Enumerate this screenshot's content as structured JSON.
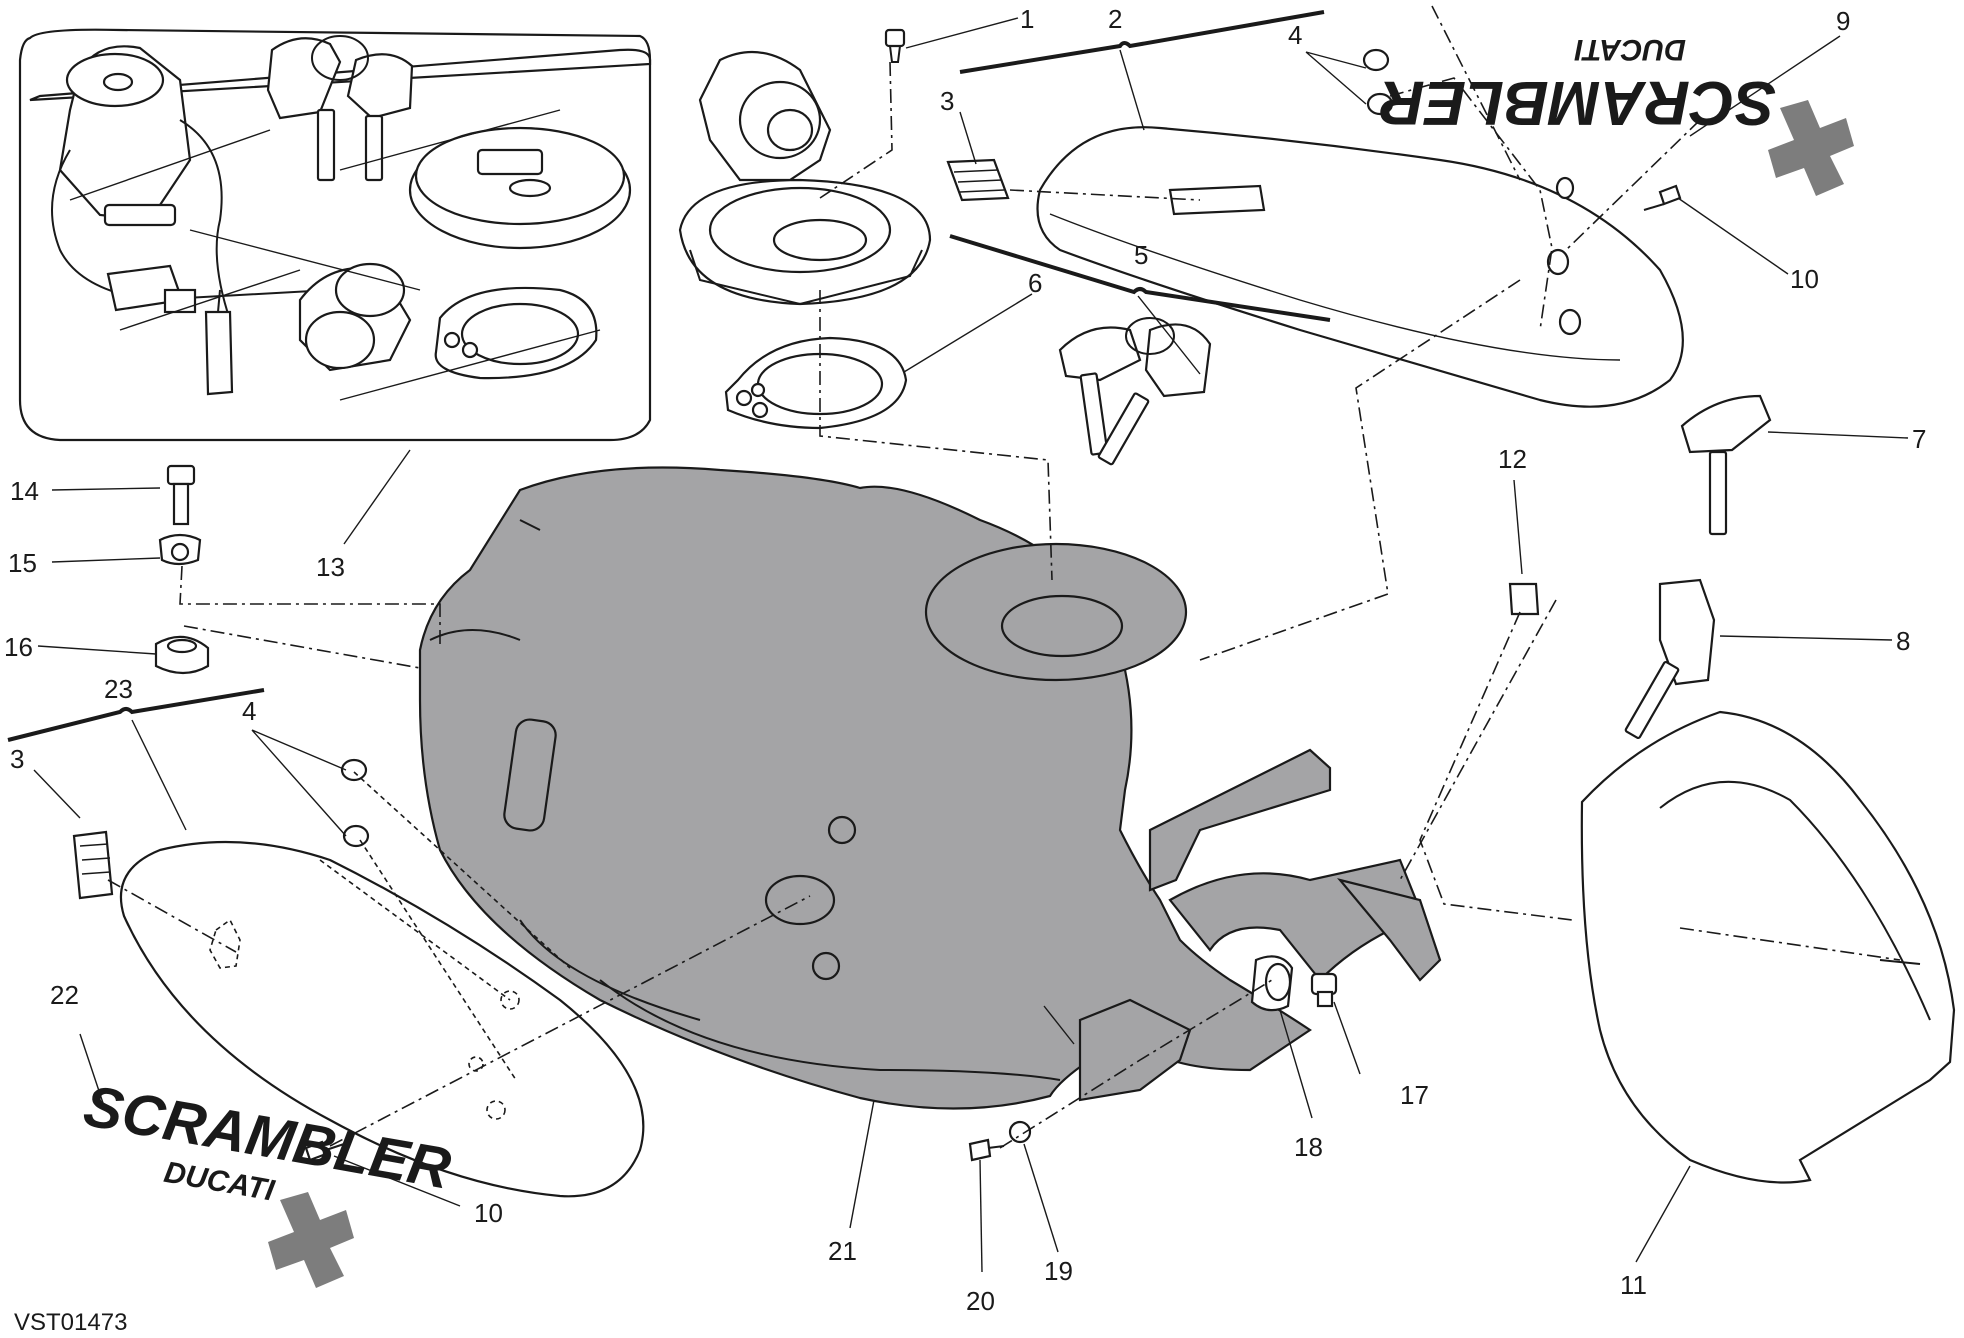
{
  "diagram_code": "VST01473",
  "brand": {
    "name": "SCRAMBLER",
    "sub": "DUCATI"
  },
  "callouts": [
    "1",
    "2",
    "3",
    "4",
    "5",
    "6",
    "7",
    "8",
    "9",
    "10",
    "11",
    "12",
    "13",
    "14",
    "15",
    "16",
    "17",
    "18",
    "19",
    "20",
    "21",
    "22",
    "23"
  ],
  "colors": {
    "ink": "#1a1a1a",
    "tank_fill": "#a4a4a6",
    "logo_x": "#7d7d7d"
  },
  "icons": [
    "cross-logo-icon",
    "key-icon",
    "screw-icon",
    "washer-icon"
  ]
}
